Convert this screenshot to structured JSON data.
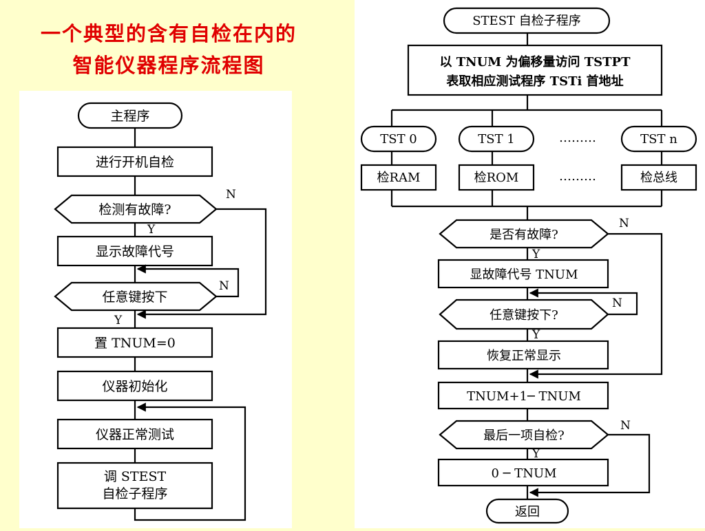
{
  "title": {
    "line1": "一个典型的含有自检在内的",
    "line2": "智能仪器程序流程图"
  },
  "main_flow": {
    "start": "主程序",
    "power_on_check": "进行开机自检",
    "fault_check": "检测有故障?",
    "show_fault": "显示故障代号",
    "any_key": "任意键按下",
    "set_tnum": "置 TNUM=0",
    "init": "仪器初始化",
    "normal_test": "仪器正常测试",
    "call_line1": "调 STEST",
    "call_line2": "自检子程序",
    "yes": "Y",
    "no": "N"
  },
  "sub_flow": {
    "start": "STEST 自检子程序",
    "access_line1": "以 TNUM 为偏移量访问 TSTPT",
    "access_line2": "表取相应测试程序 TSTi 首地址",
    "tst0": "TST 0",
    "tst1": "TST 1",
    "tstn": "TST n",
    "dots": "………",
    "check_ram": "检RAM",
    "check_rom": "检ROM",
    "check_bus": "检总线",
    "fault_check": "是否有故障?",
    "show_fault": "显故障代号 TNUM",
    "any_key": "任意键按下?",
    "restore": "恢复正常显示",
    "increment": "TNUM+1─ TNUM",
    "last_check": "最后一项自检?",
    "reset": "0 ─ TNUM",
    "return": "返回",
    "yes": "Y",
    "no": "N"
  }
}
